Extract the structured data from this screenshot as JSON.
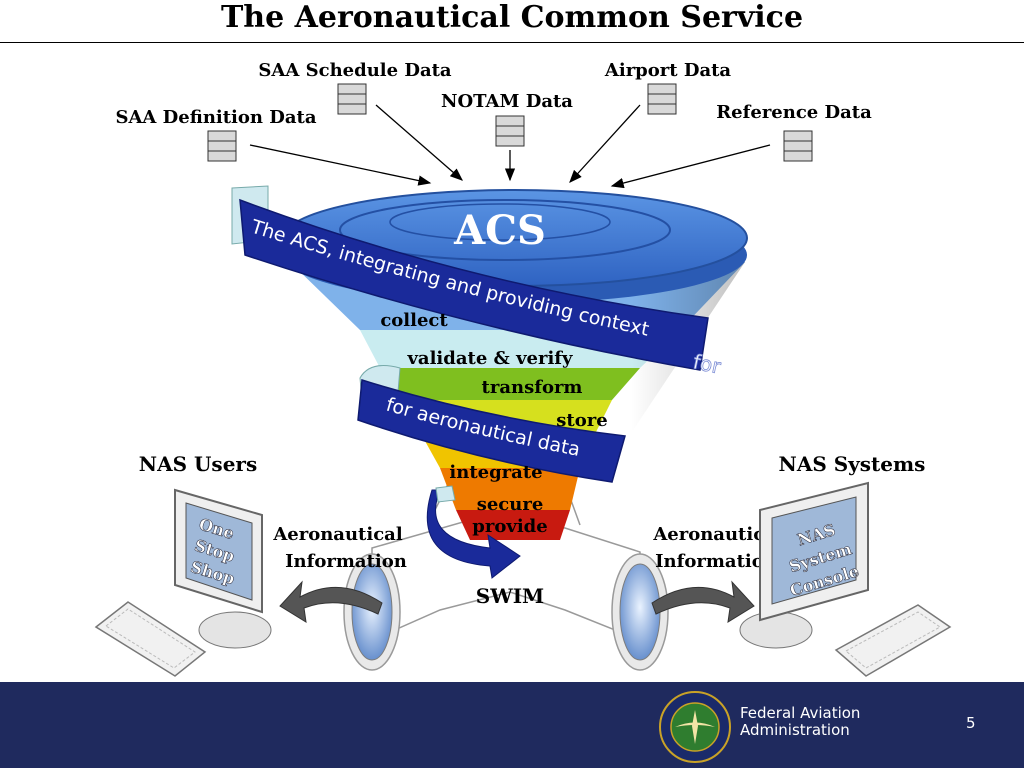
{
  "title": "The Aeronautical Common Service",
  "sources": {
    "saa_schedule": "SAA Schedule Data",
    "saa_definition": "SAA Definition Data",
    "notam": "NOTAM Data",
    "airport": "Airport Data",
    "reference": "Reference Data"
  },
  "funnel": {
    "label": "ACS",
    "ribbon_top": "The ACS, integrating and providing context",
    "ribbon_for": "for",
    "ribbon_bottom": "for aeronautical data",
    "stages": [
      "collect",
      "validate & verify",
      "transform",
      "store",
      "integrate",
      "secure",
      "provide"
    ]
  },
  "swim": "SWIM",
  "users": {
    "heading": "NAS Users",
    "screen_lines": [
      "One",
      "Stop",
      "Shop"
    ],
    "flow_line1": "Aeronautical",
    "flow_line2": "Information"
  },
  "systems": {
    "heading": "NAS Systems",
    "screen_lines": [
      "NAS",
      "System",
      "Console"
    ],
    "flow_line1": "Aeronautical",
    "flow_line2": "Information"
  },
  "footer": {
    "agency_line1": "Federal Aviation",
    "agency_line2": "Administration",
    "page_number": "5"
  },
  "colors": {
    "footer_bg": "#1f2a5e",
    "ribbon": "#1a2a9a",
    "funnel_top": "#3f7fd6",
    "stage_colors": [
      "#7fb2ea",
      "#c9ecf0",
      "#7fbf1f",
      "#d6e01e",
      "#f0c400",
      "#ee7a00",
      "#c81a10"
    ]
  }
}
